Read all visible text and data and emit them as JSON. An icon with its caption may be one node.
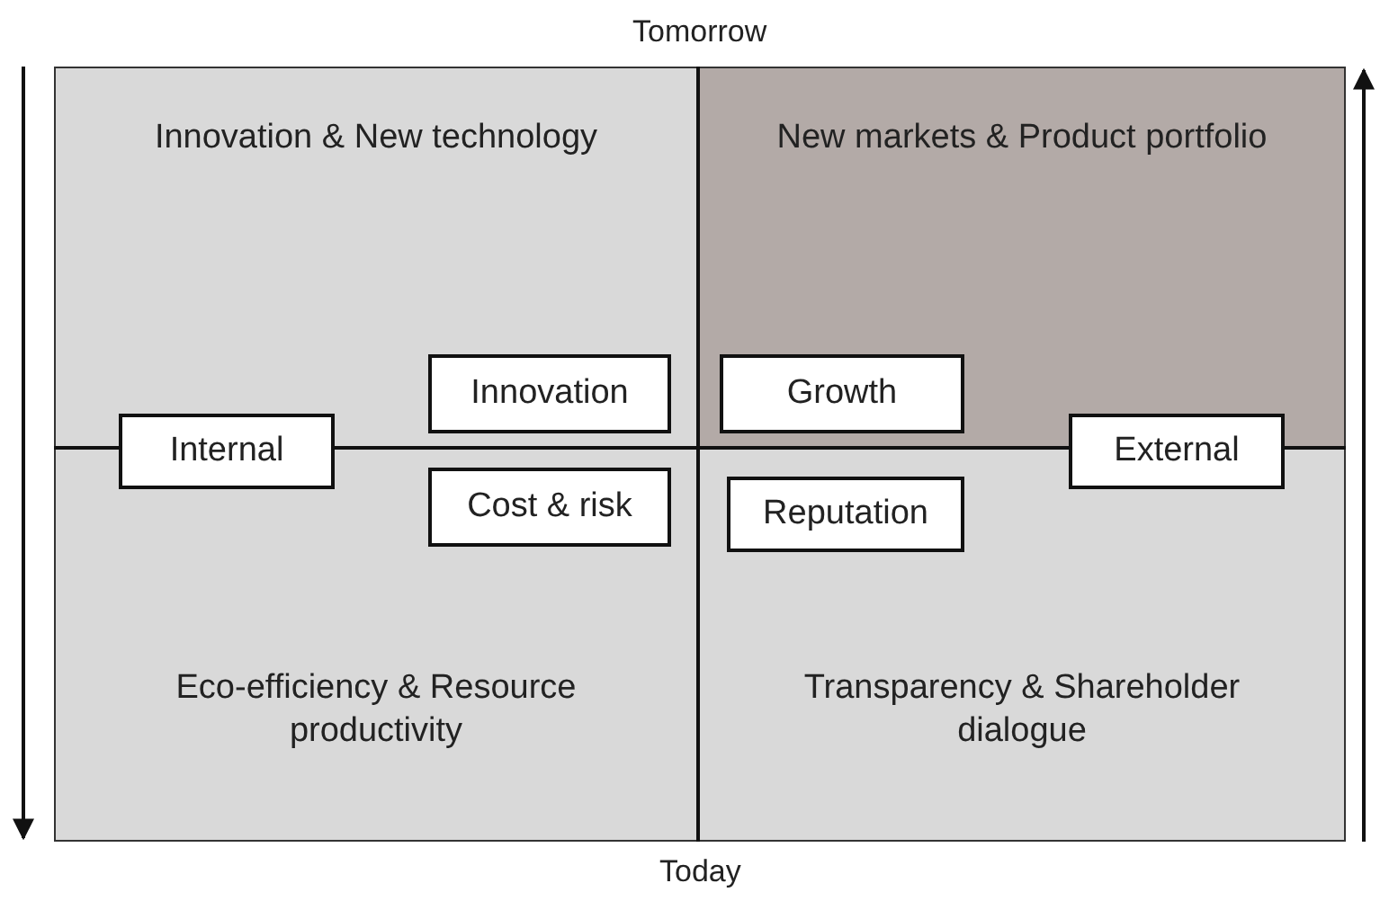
{
  "diagram": {
    "nodes": [
      {
        "text": [
          "Innovation & New technology"
        ]
      },
      {
        "text": [
          "New markets & Product portfolio"
        ]
      },
      {
        "text": [
          "Innovation"
        ],
        "in": 0
      },
      {
        "text": [
          "Growth"
        ],
        "in": 1
      },
      {
        "text": [
          "Internal"
        ]
      },
      {
        "text": [
          "External"
        ]
      },
      {
        "text": [
          "Eco-efficiency & Resource productivity"
        ]
      },
      {
        "text": [
          "Transparency & Shareholder dialogue"
        ]
      },
      {
        "text": [
          "Cost & risk"
        ],
        "in": 6
      },
      {
        "text": [
          "Reputation"
        ],
        "in": 7
      }
    ],
    "edges": [],
    "labels": [
      "Tomorrow",
      "Today"
    ]
  }
}
